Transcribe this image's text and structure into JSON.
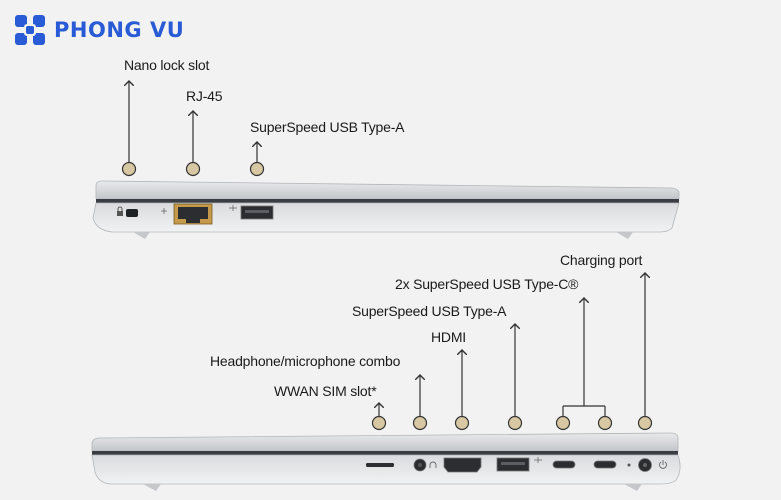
{
  "brand": {
    "name": "PHONG VU",
    "color": "#2a5bd7"
  },
  "top_view_labels": {
    "nano_lock": "Nano lock slot",
    "rj45": "RJ-45",
    "usb_a": "SuperSpeed USB Type-A"
  },
  "bottom_view_labels": {
    "charging": "Charging port",
    "usb_c": "2x SuperSpeed USB Type-C®",
    "usb_a": "SuperSpeed USB Type-A",
    "hdmi": "HDMI",
    "headphone": "Headphone/microphone combo",
    "wwan": "WWAN SIM slot*"
  },
  "colors": {
    "callout_dot": "#d7c7a2",
    "callout_stroke": "#333333",
    "chassis": "#cfd2d6"
  }
}
